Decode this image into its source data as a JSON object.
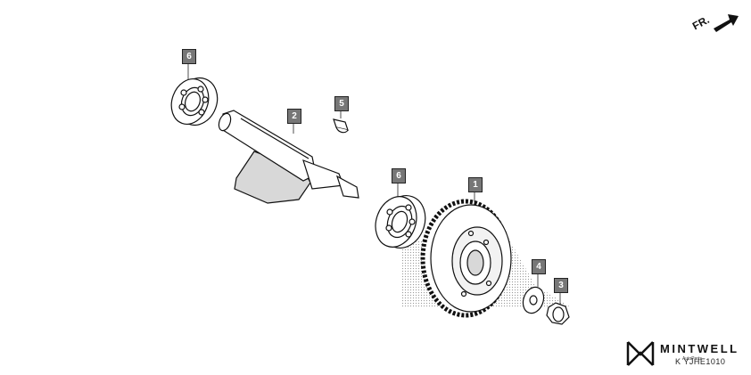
{
  "direction": {
    "label": "FR.",
    "icon": "arrow-icon"
  },
  "callouts": [
    {
      "id": "bearing-top",
      "number": "6"
    },
    {
      "id": "shaft",
      "number": "2"
    },
    {
      "id": "key",
      "number": "5"
    },
    {
      "id": "bearing-mid",
      "number": "6"
    },
    {
      "id": "gear",
      "number": "1"
    },
    {
      "id": "washer",
      "number": "4"
    },
    {
      "id": "nut",
      "number": "3"
    }
  ],
  "branding": {
    "name": "MINTWELL",
    "tagline": "AutoParts",
    "logo_icon": "mintwell-logo-icon"
  },
  "diagram_code": "K YJHE1010",
  "colors": {
    "callout_bg": "#777777",
    "line": "#222222",
    "shading": "#bbbbbb"
  }
}
